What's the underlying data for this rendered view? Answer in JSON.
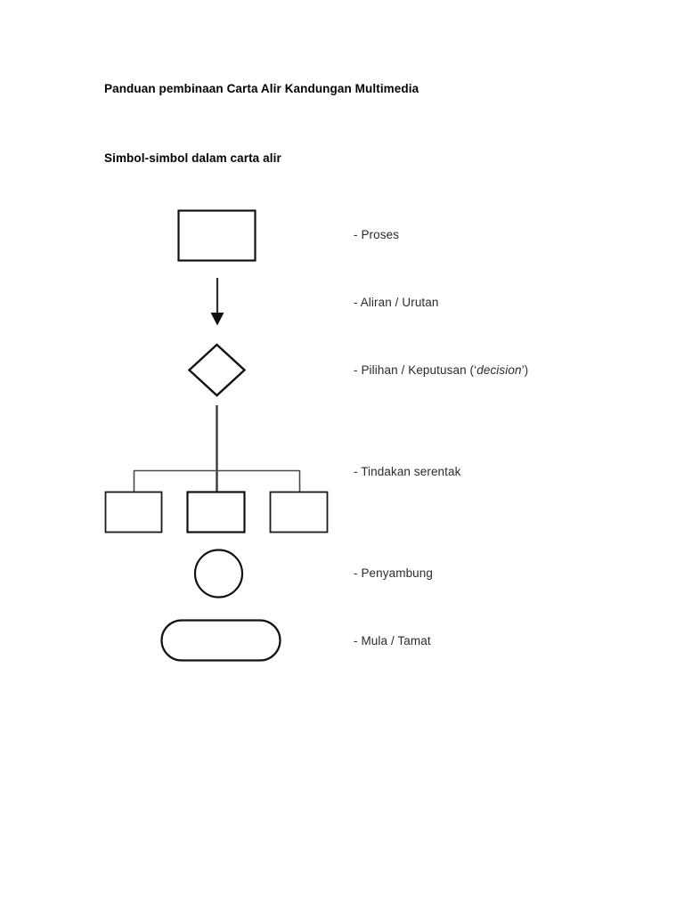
{
  "document": {
    "title": "Panduan pembinaan Carta Alir Kandungan Multimedia",
    "subtitle": "Simbol-simbol dalam carta alir"
  },
  "legend": {
    "items": [
      {
        "symbol": "process-rectangle",
        "label": "- Proses"
      },
      {
        "symbol": "flow-arrow",
        "label": "- Aliran / Urutan"
      },
      {
        "symbol": "decision-diamond",
        "label_prefix": "- Pilihan / Keputusan (‘",
        "label_italic": "decision",
        "label_suffix": "’)"
      },
      {
        "symbol": "parallel-action",
        "label": "- Tindakan serentak"
      },
      {
        "symbol": "connector-circle",
        "label": "- Penyambung"
      },
      {
        "symbol": "terminator-stadium",
        "label": "- Mula / Tamat"
      }
    ]
  },
  "colors": {
    "page_background": "#ffffff",
    "stroke": "#111111",
    "stroke_light": "#555555",
    "text": "#000000",
    "text_label": "#2b2b2b"
  }
}
